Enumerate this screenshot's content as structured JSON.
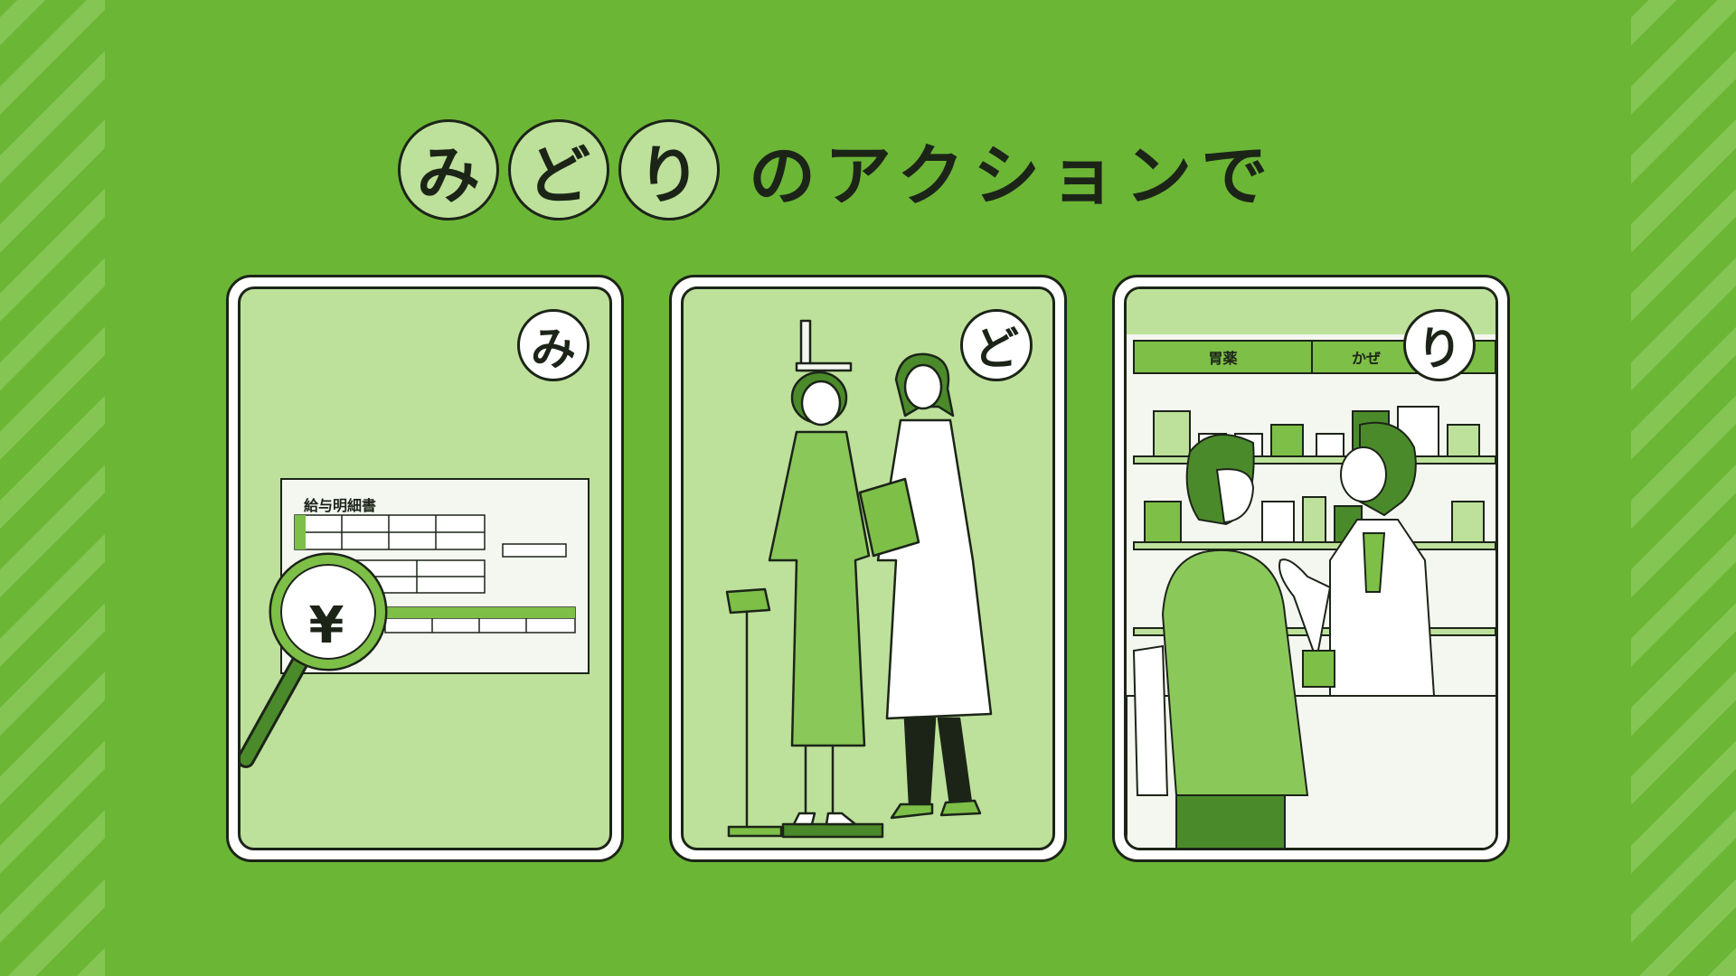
{
  "headline": {
    "circled_chars": [
      "み",
      "ど",
      "り"
    ],
    "rest": "のアクションで"
  },
  "cards": [
    {
      "badge": "み",
      "document_title": "給与明細書",
      "currency_symbol": "¥"
    },
    {
      "badge": "ど"
    },
    {
      "badge": "り",
      "shelf_signs": [
        "胃薬",
        "かぜ"
      ]
    }
  ],
  "colors": {
    "background": "#6cb636",
    "stripe": "#84c553",
    "card_fill": "#bde19a",
    "dark_green": "#4b8a2a",
    "outline": "#1c2418"
  }
}
